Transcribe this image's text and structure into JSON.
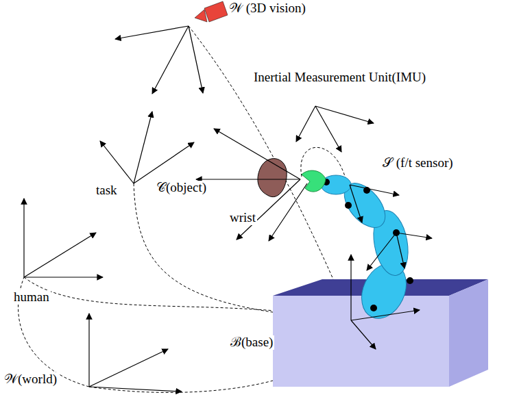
{
  "diagram": {
    "labels": [
      "𝒲 (3D vision)",
      "Inertial Measurement Unit(IMU)",
      "𝒮 (f/t sensor)",
      "task",
      "𝒞(object)",
      "wrist",
      "human",
      "ℬ(base)",
      "𝒲(world)"
    ]
  }
}
